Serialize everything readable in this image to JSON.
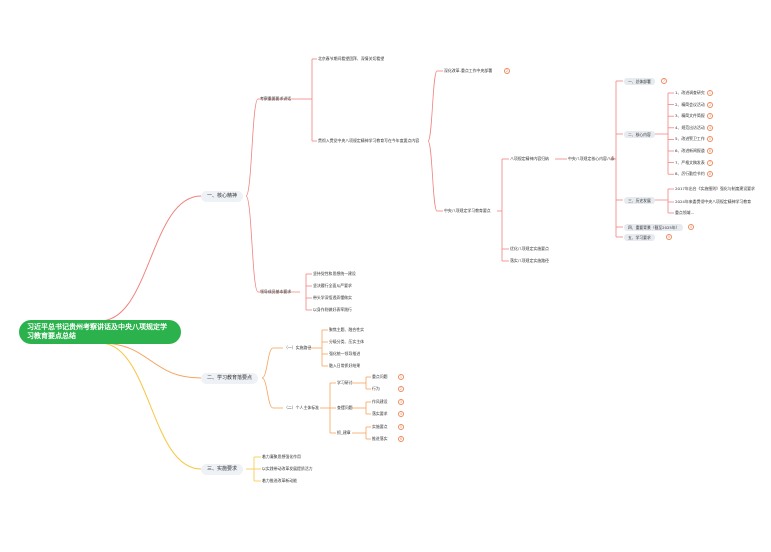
{
  "root": {
    "title": "习近平总书记贵州考察讲话及中央八项规定学习教育要点总结"
  },
  "branch1": {
    "label": "一、核心精神",
    "n1": {
      "label": "考察重要要求讲话",
      "items": [
        "北京春节期间看望团拜、深情关切看望",
        "贯彻入贯党中央八项规定精神学习教育写在今年度要点内容"
      ]
    },
    "k1": {
      "label": "深化改革-重点工作中央部署",
      "badge": "2"
    },
    "k2": {
      "label": "中央八项规定学习教育要点",
      "items": [
        "八项规定精神内容归纳",
        "优化八项规定实施要点",
        "落实八项规定实施路径"
      ],
      "sub": "中央八项规定核心内容八条"
    },
    "g": [
      {
        "label": "一、总体部署",
        "badge": "7"
      },
      {
        "label": "二、核心内容",
        "items": [
          {
            "label": "1、改进调查研究",
            "badge": "1"
          },
          {
            "label": "2、精简会议活动",
            "badge": "2"
          },
          {
            "label": "3、精简文件简报",
            "badge": "3"
          },
          {
            "label": "4、规范出访活动",
            "badge": "4"
          },
          {
            "label": "5、改进警卫工作",
            "badge": "5"
          },
          {
            "label": "6、改进新闻报道",
            "badge": "6"
          },
          {
            "label": "7、严格文稿发表",
            "badge": "7"
          },
          {
            "label": "8、厉行勤俭节约",
            "badge": "8"
          }
        ]
      },
      {
        "label": "三、历史发展",
        "items": [
          "2017年出台《实施细则》强化与制度建设要求",
          "2024年来委贯彻中央八项规定精神学习教育",
          "重点领域…"
        ]
      },
      {
        "label": "四、重要背景（截至2025年）",
        "badge": "4"
      },
      {
        "label": "五、学习要求",
        "badge": "5"
      }
    ],
    "n2": {
      "label": "领导成员基本要求",
      "items": [
        "坚持党性和思想统一建设",
        "坚决履行全面从严要求",
        "带头学深悟透弄懂做实",
        "以身作则做好表率践行"
      ]
    }
  },
  "branch2": {
    "label": "二、学习教育落要点",
    "p1": {
      "label": "（一）实施路径",
      "items": [
        "聚焦主题、融合性实",
        "分级分类、压实主体",
        "强化统一领导推进",
        "融入日常抓好结果"
      ]
    },
    "p2": {
      "label": "（二）个人主体标准",
      "groups": [
        {
          "label": "学习研讨",
          "items": [
            {
              "label": "重点问题",
              "badge": "1"
            },
            {
              "label": "行为",
              "badge": "2"
            }
          ]
        },
        {
          "label": "查摆问题",
          "items": [
            {
              "label": "作风建设",
              "badge": "3"
            },
            {
              "label": "落实要求",
              "badge": "4"
            }
          ]
        },
        {
          "label": "抓_建章",
          "items": [
            {
              "label": "实施要点",
              "badge": "5"
            },
            {
              "label": "推进落实",
              "badge": "6"
            }
          ]
        }
      ]
    }
  },
  "branch3": {
    "label": "三、实施要求",
    "items": [
      "着力凝聚思想强化作用",
      "以实践带动改革发展提质活力",
      "着力推进改革新动能"
    ]
  },
  "colors": {
    "red": "#f0827e",
    "orange": "#f6a35c",
    "yellow": "#f6c744",
    "green": "#2bb24c",
    "badge": "#f08a5d"
  }
}
